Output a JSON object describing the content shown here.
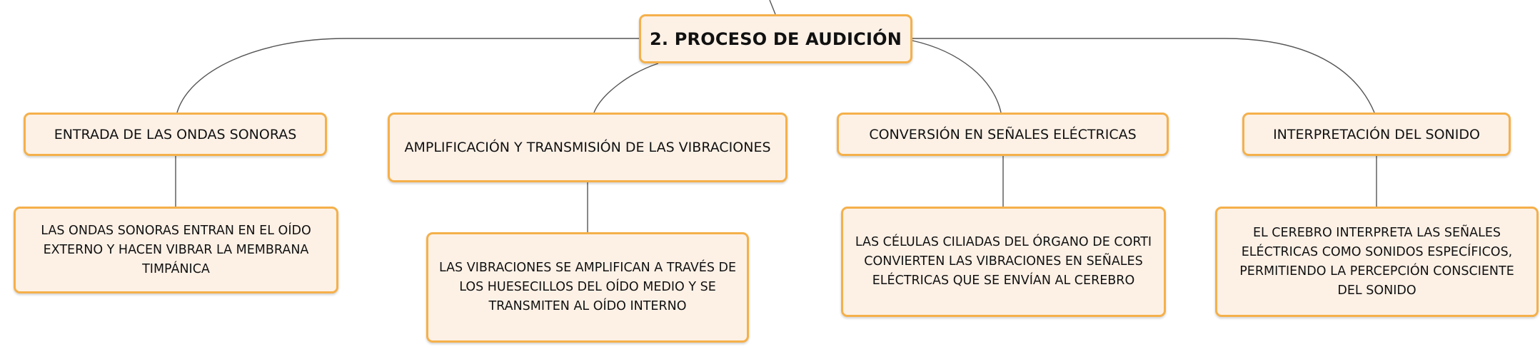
{
  "colors": {
    "node_fill": "#fdf1e6",
    "node_border": "#f5b04a",
    "connector": "#555555"
  },
  "root": {
    "label": "2. PROCESO DE AUDICIÓN"
  },
  "branches": [
    {
      "label": "ENTRADA DE LAS ONDAS SONORAS",
      "detail": "LAS ONDAS SONORAS ENTRAN EN EL OÍDO EXTERNO Y HACEN VIBRAR LA MEMBRANA TIMPÁNICA"
    },
    {
      "label": "AMPLIFICACIÓN Y TRANSMISIÓN DE LAS VIBRACIONES",
      "detail": "LAS VIBRACIONES SE AMPLIFICAN A TRAVÉS DE LOS HUESECILLOS DEL OÍDO MEDIO Y SE TRANSMITEN AL OÍDO INTERNO"
    },
    {
      "label": "CONVERSIÓN EN SEÑALES ELÉCTRICAS",
      "detail": "LAS CÉLULAS CILIADAS DEL ÓRGANO DE CORTI CONVIERTEN LAS VIBRACIONES EN SEÑALES ELÉCTRICAS QUE SE ENVÍAN AL CEREBRO"
    },
    {
      "label": "INTERPRETACIÓN DEL SONIDO",
      "detail": "EL CEREBRO INTERPRETA LAS SEÑALES ELÉCTRICAS COMO SONIDOS ESPECÍFICOS, PERMITIENDO LA PERCEPCIÓN CONSCIENTE DEL SONIDO"
    }
  ]
}
